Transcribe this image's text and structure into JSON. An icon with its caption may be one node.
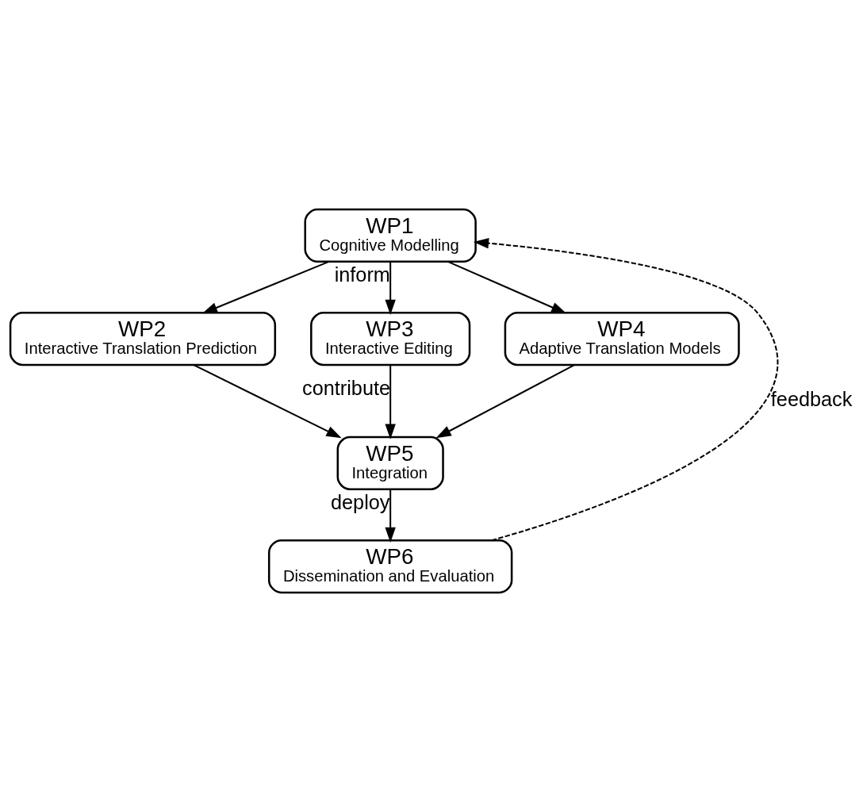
{
  "diagram": {
    "nodes": [
      {
        "text": [
          "WP1",
          "Cognitive Modelling"
        ]
      },
      {
        "text": [
          "WP2",
          "Interactive Translation Prediction"
        ]
      },
      {
        "text": [
          "WP3",
          "Interactive Editing"
        ]
      },
      {
        "text": [
          "WP4",
          "Adaptive Translation Models"
        ]
      },
      {
        "text": [
          "WP5",
          "Integration"
        ]
      },
      {
        "text": [
          "WP6",
          "Dissemination and Evaluation"
        ]
      }
    ],
    "edges": [
      {
        "from": 0,
        "to": 1,
        "arrow": "to"
      },
      {
        "from": 0,
        "to": 2,
        "arrow": "to",
        "label": "inform"
      },
      {
        "from": 0,
        "to": 3,
        "arrow": "to"
      },
      {
        "from": 1,
        "to": 4,
        "arrow": "to"
      },
      {
        "from": 2,
        "to": 4,
        "arrow": "to",
        "label": "contribute"
      },
      {
        "from": 3,
        "to": 4,
        "arrow": "to"
      },
      {
        "from": 4,
        "to": 5,
        "arrow": "to",
        "label": "deploy"
      },
      {
        "from": 5,
        "to": 0,
        "arrow": "to",
        "label": "feedback",
        "style": "dashed"
      }
    ]
  }
}
